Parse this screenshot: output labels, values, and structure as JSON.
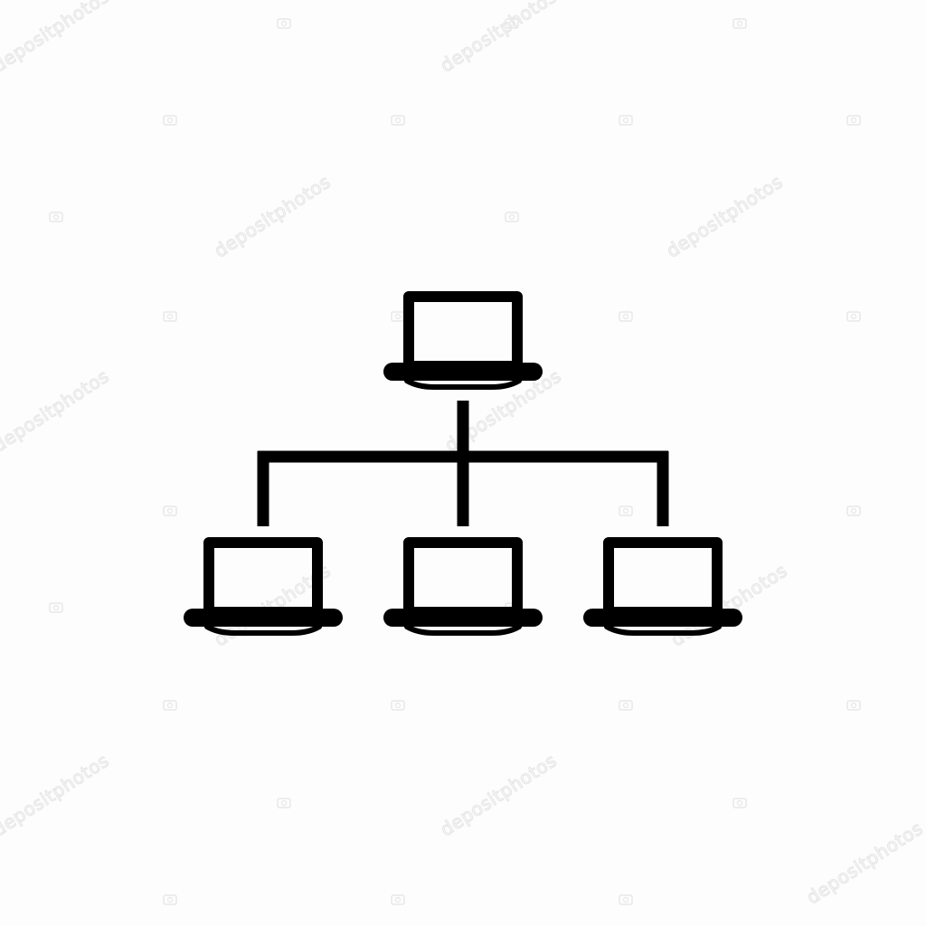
{
  "diagram": {
    "type": "network-hierarchy-icon",
    "ink_color": "#000000",
    "background_color": "#fdfdfd",
    "nodes": [
      {
        "id": "root",
        "icon": "laptop-icon",
        "level": 0
      },
      {
        "id": "child-left",
        "icon": "laptop-icon",
        "level": 1
      },
      {
        "id": "child-center",
        "icon": "laptop-icon",
        "level": 1
      },
      {
        "id": "child-right",
        "icon": "laptop-icon",
        "level": 1
      }
    ],
    "edges": [
      {
        "from": "root",
        "to": "child-left"
      },
      {
        "from": "root",
        "to": "child-center"
      },
      {
        "from": "root",
        "to": "child-right"
      }
    ]
  },
  "watermark": {
    "text": "depositphotos",
    "color": "#e8e8e8",
    "icon": "camera-icon"
  }
}
